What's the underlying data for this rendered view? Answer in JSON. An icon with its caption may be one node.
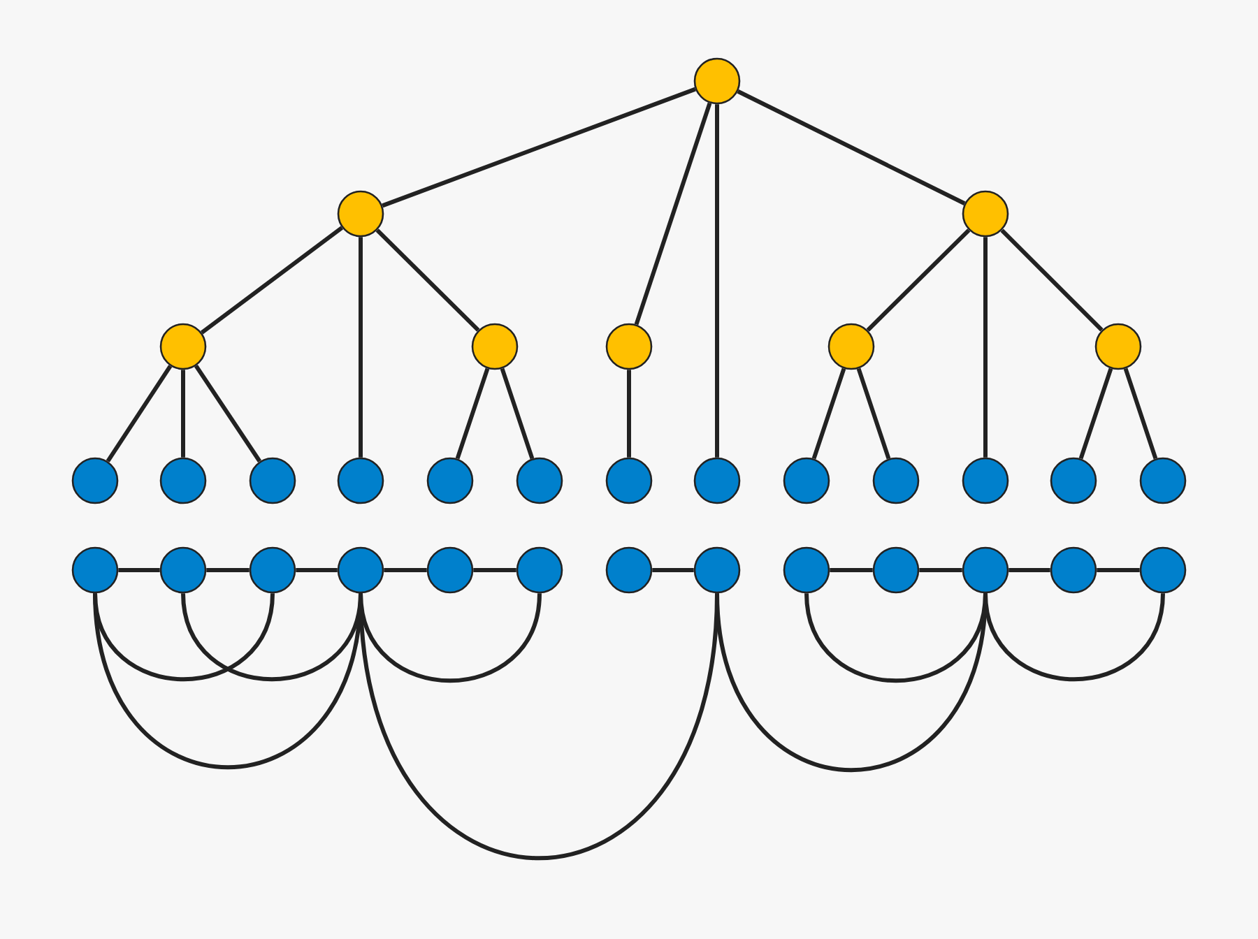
{
  "diagram": {
    "nodes": [
      {
        "text": [],
        "shape": "circle"
      },
      {
        "text": [],
        "shape": "circle"
      },
      {
        "text": [],
        "shape": "circle"
      },
      {
        "text": [],
        "shape": "circle"
      },
      {
        "text": [],
        "shape": "circle"
      },
      {
        "text": [],
        "shape": "circle"
      },
      {
        "text": [],
        "shape": "circle"
      },
      {
        "text": [],
        "shape": "circle"
      },
      {
        "text": [],
        "shape": "circle"
      },
      {
        "text": [],
        "shape": "circle"
      },
      {
        "text": [],
        "shape": "circle"
      },
      {
        "text": [],
        "shape": "circle"
      },
      {
        "text": [],
        "shape": "circle"
      },
      {
        "text": [],
        "shape": "circle"
      },
      {
        "text": [],
        "shape": "circle"
      },
      {
        "text": [],
        "shape": "circle"
      },
      {
        "text": [],
        "shape": "circle"
      },
      {
        "text": [],
        "shape": "circle"
      },
      {
        "text": [],
        "shape": "circle"
      },
      {
        "text": [],
        "shape": "circle"
      },
      {
        "text": [],
        "shape": "circle"
      },
      {
        "text": [],
        "shape": "circle"
      },
      {
        "text": [],
        "shape": "circle"
      },
      {
        "text": [],
        "shape": "circle"
      },
      {
        "text": [],
        "shape": "circle"
      },
      {
        "text": [],
        "shape": "circle"
      },
      {
        "text": [],
        "shape": "circle"
      },
      {
        "text": [],
        "shape": "circle"
      },
      {
        "text": [],
        "shape": "circle"
      },
      {
        "text": [],
        "shape": "circle"
      },
      {
        "text": [],
        "shape": "circle"
      },
      {
        "text": [],
        "shape": "circle"
      },
      {
        "text": [],
        "shape": "circle"
      },
      {
        "text": [],
        "shape": "circle"
      }
    ],
    "edges": [
      {
        "from": 0,
        "to": 1,
        "arrow": "none"
      },
      {
        "from": 0,
        "to": 5,
        "arrow": "none"
      },
      {
        "from": 0,
        "to": 15,
        "arrow": "none"
      },
      {
        "from": 0,
        "to": 2,
        "arrow": "none"
      },
      {
        "from": 1,
        "to": 3,
        "arrow": "none"
      },
      {
        "from": 1,
        "to": 11,
        "arrow": "none"
      },
      {
        "from": 1,
        "to": 4,
        "arrow": "none"
      },
      {
        "from": 2,
        "to": 6,
        "arrow": "none"
      },
      {
        "from": 2,
        "to": 18,
        "arrow": "none"
      },
      {
        "from": 2,
        "to": 7,
        "arrow": "none"
      },
      {
        "from": 3,
        "to": 8,
        "arrow": "none"
      },
      {
        "from": 3,
        "to": 9,
        "arrow": "none"
      },
      {
        "from": 3,
        "to": 10,
        "arrow": "none"
      },
      {
        "from": 4,
        "to": 12,
        "arrow": "none"
      },
      {
        "from": 4,
        "to": 13,
        "arrow": "none"
      },
      {
        "from": 5,
        "to": 14,
        "arrow": "none"
      },
      {
        "from": 6,
        "to": 16,
        "arrow": "none"
      },
      {
        "from": 6,
        "to": 17,
        "arrow": "none"
      },
      {
        "from": 7,
        "to": 19,
        "arrow": "none"
      },
      {
        "from": 7,
        "to": 20,
        "arrow": "none"
      },
      {
        "from": 21,
        "to": 22,
        "arrow": "none"
      },
      {
        "from": 22,
        "to": 23,
        "arrow": "none"
      },
      {
        "from": 23,
        "to": 24,
        "arrow": "none"
      },
      {
        "from": 24,
        "to": 25,
        "arrow": "none"
      },
      {
        "from": 25,
        "to": 26,
        "arrow": "none"
      },
      {
        "from": 27,
        "to": 28,
        "arrow": "none"
      },
      {
        "from": 29,
        "to": 30,
        "arrow": "none"
      },
      {
        "from": 30,
        "to": 31,
        "arrow": "none"
      },
      {
        "from": 31,
        "to": 32,
        "arrow": "none"
      },
      {
        "from": 32,
        "to": 33,
        "arrow": "none"
      },
      {
        "from": 21,
        "to": 23,
        "arrow": "none"
      },
      {
        "from": 22,
        "to": 24,
        "arrow": "none"
      },
      {
        "from": 21,
        "to": 24,
        "arrow": "none"
      },
      {
        "from": 24,
        "to": 26,
        "arrow": "none"
      },
      {
        "from": 24,
        "to": 28,
        "arrow": "none"
      },
      {
        "from": 28,
        "to": 31,
        "arrow": "none"
      },
      {
        "from": 29,
        "to": 31,
        "arrow": "none"
      },
      {
        "from": 31,
        "to": 33,
        "arrow": "none"
      }
    ]
  }
}
